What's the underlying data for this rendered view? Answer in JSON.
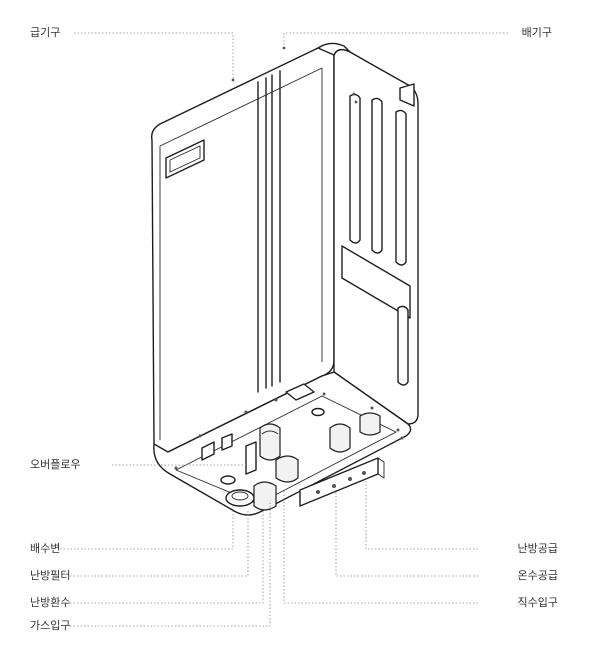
{
  "labels": {
    "air_intake": "급기구",
    "exhaust": "배기구",
    "overflow": "오버플로우",
    "drain_valve": "배수변",
    "heating_filter": "난방필터",
    "heating_return": "난방환수",
    "gas_inlet": "가스입구",
    "heating_supply": "난방공급",
    "hot_water_supply": "온수공급",
    "cold_water_inlet": "직수입구"
  }
}
